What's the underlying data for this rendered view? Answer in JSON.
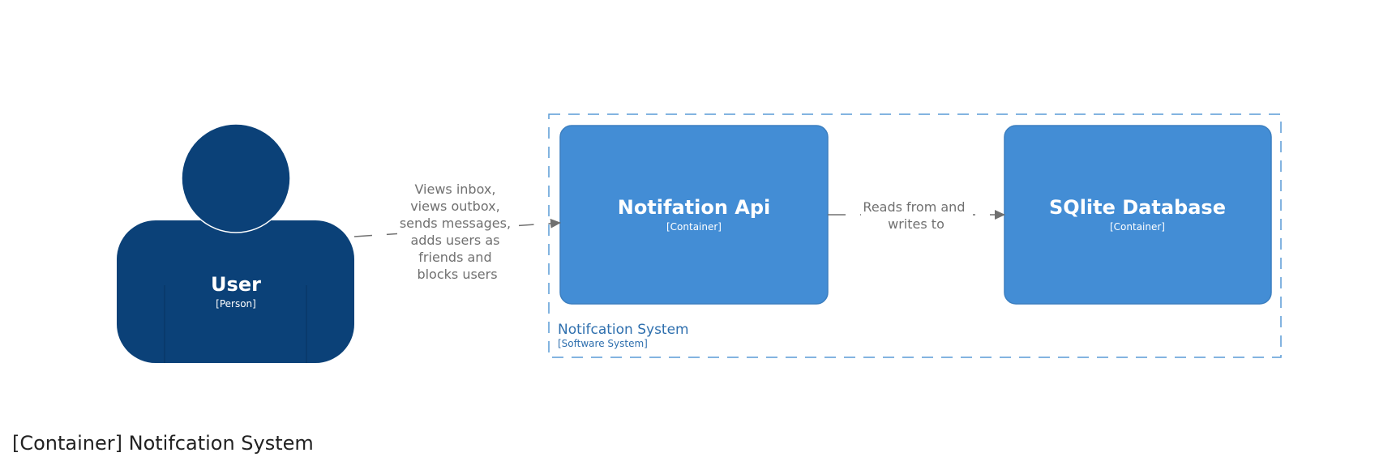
{
  "diagram_title": "[Container] Notifcation System",
  "colors": {
    "person": "#0b4178",
    "container": "#438dd5",
    "container_border": "#3c7fc0",
    "boundary": "#5a9bd5",
    "relationship": "#707070"
  },
  "person": {
    "name": "User",
    "tag": "[Person]"
  },
  "boundary": {
    "name": "Notifcation System",
    "tag": "[Software System]"
  },
  "containers": [
    {
      "name": "Notifation Api",
      "tag": "[Container]"
    },
    {
      "name": "SQlite Database",
      "tag": "[Container]"
    }
  ],
  "relationships": [
    {
      "source": "User",
      "destination": "Notifation Api",
      "label_lines": [
        "Views inbox,",
        "views outbox,",
        "sends messages,",
        "adds users as",
        "friends and",
        "blocks users"
      ]
    },
    {
      "source": "Notifation Api",
      "destination": "SQlite Database",
      "label_lines": [
        "Reads from and",
        "writes to"
      ]
    }
  ]
}
